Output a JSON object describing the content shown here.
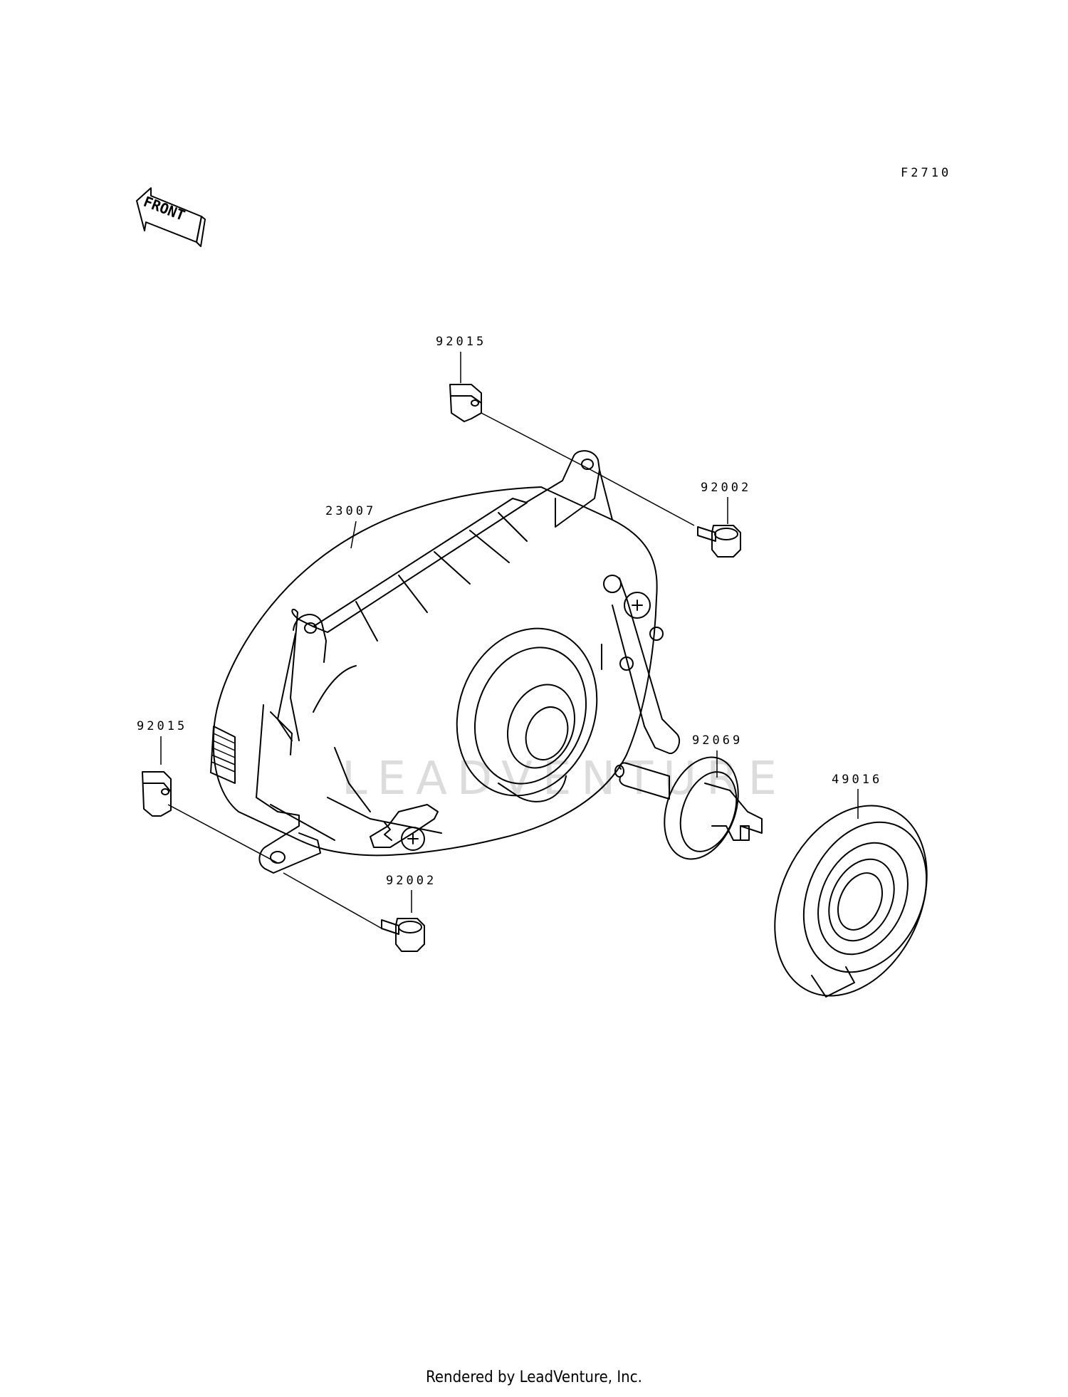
{
  "figure_code": "F2710",
  "front_label": "FRONT",
  "watermark": "LEADVENTURE",
  "footer": "Rendered by LeadVenture, Inc.",
  "parts": [
    {
      "id": "p92015a",
      "number": "92015"
    },
    {
      "id": "p92002a",
      "number": "92002"
    },
    {
      "id": "p23007",
      "number": "23007"
    },
    {
      "id": "p92015b",
      "number": "92015"
    },
    {
      "id": "p92069",
      "number": "92069"
    },
    {
      "id": "p49016",
      "number": "49016"
    },
    {
      "id": "p92002b",
      "number": "92002"
    }
  ]
}
